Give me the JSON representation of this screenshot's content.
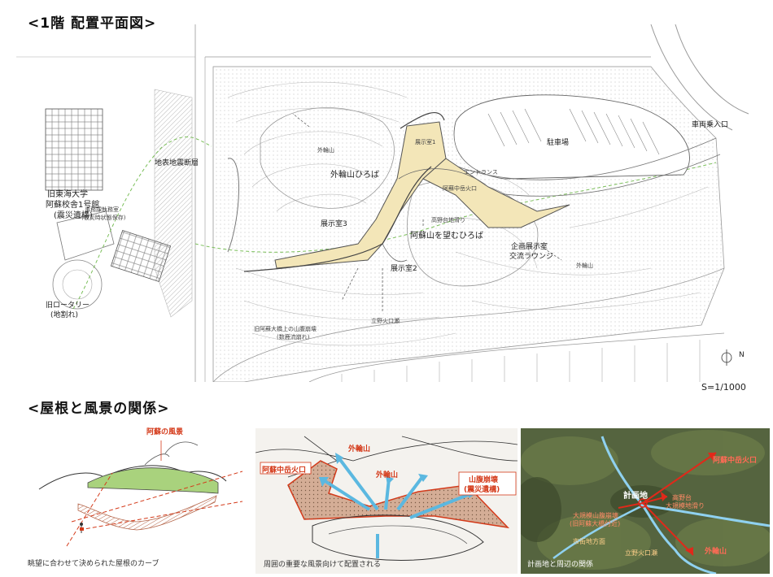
{
  "plan": {
    "heading": "<1階 配置平面図>",
    "scale": "S=1/1000",
    "north": "N",
    "labels": {
      "univ_line1": "旧東海大学",
      "univ_line2": "阿蘇校舎1号館",
      "univ_line3": "(震災遺構)",
      "office_line1": "事務課執務室",
      "office_line2": "(被災時状態保存)",
      "fault": "地表地震断層",
      "rotary_line1": "旧ロータリー",
      "rotary_line2": "(地割れ)",
      "sotorinzan": "外輪山",
      "sotorinzan_hiroba": "外輪山ひろば",
      "room1": "展示室1",
      "room2": "展示室2",
      "room3": "展示室3",
      "entrance": "エントランス",
      "nakadake": "阿蘇中岳火口",
      "takanodai": "高野台地滑り",
      "aso_hiroba": "阿蘇山を望むひろば",
      "kikaku_line1": "企画展示室",
      "kikaku_line2": "交流ラウンジ",
      "sotorinzan2": "外輪山",
      "parking": "駐車場",
      "car_entry": "車両乗入口",
      "collapse_line1": "旧阿蘇大橋上の山腹崩壊",
      "collapse_line2": "(数鹿流崩れ)",
      "tateno": "立野火口瀬"
    }
  },
  "roof": {
    "heading": "<屋根と風景の関係>",
    "panel1": {
      "tag": "阿蘇の風景",
      "caption": "眺望に合わせて決められた屋根のカーブ"
    },
    "panel2": {
      "tag_sotorinzan_top": "外輪山",
      "tag_nakadake": "阿蘇中岳火口",
      "tag_sotorinzan_mid": "外輪山",
      "tag_collapse_line1": "山腹崩壊",
      "tag_collapse_line2": "(震災遺構)",
      "caption": "周囲の重要な風景向けて配置される"
    },
    "panel3": {
      "nakadake": "阿蘇中岳火口",
      "site": "計画地",
      "takanodai_line1": "高野台",
      "takanodai_line2": "大規模地滑り",
      "collapse_line1": "大規模山腹崩壊",
      "collapse_line2": "(旧阿蘇大橋付近)",
      "city": "市街地方面",
      "tateno": "立野火口瀬",
      "sotorinzan": "外輪山",
      "caption": "計画地と周辺の関係"
    }
  },
  "colors": {
    "accent_red": "#d43a1a",
    "arrow_blue": "#5bb8e0",
    "roof_fill": "#f3e6b8",
    "roof_brown": "#c9a080"
  }
}
